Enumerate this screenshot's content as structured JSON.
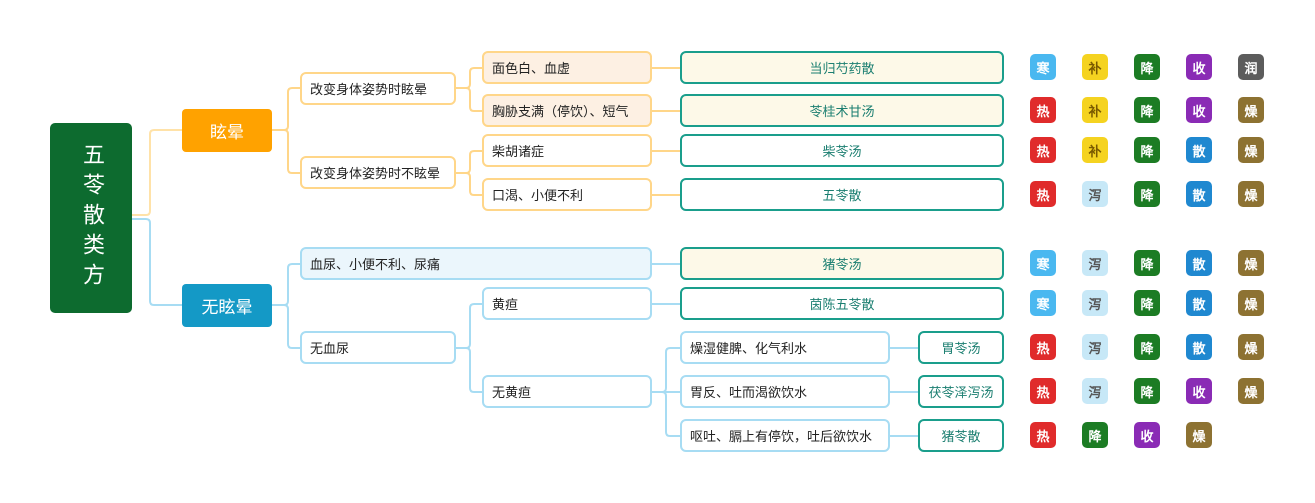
{
  "root": {
    "label": "五苓散类方"
  },
  "branches": [
    {
      "label": "眩晕"
    },
    {
      "label": "无眩晕"
    }
  ],
  "conditions": [
    {
      "label": "改变身体姿势时眩晕"
    },
    {
      "label": "改变身体姿势时不眩晕"
    },
    {
      "label": "血尿、小便不利、尿痛"
    },
    {
      "label": "无血尿"
    },
    {
      "label": "黄疸"
    },
    {
      "label": "无黄疸"
    }
  ],
  "symptoms": [
    {
      "label": "面色白、血虚"
    },
    {
      "label": "胸胁支满（停饮）、短气"
    },
    {
      "label": "柴胡诸症"
    },
    {
      "label": "口渴、小便不利"
    },
    {
      "label": "燥湿健脾、化气利水"
    },
    {
      "label": "胃反、吐而渴欲饮水"
    },
    {
      "label": "呕吐、膈上有停饮，吐后欲饮水"
    }
  ],
  "formulas": [
    {
      "label": "当归芍药散"
    },
    {
      "label": "苓桂术甘汤"
    },
    {
      "label": "柴苓汤"
    },
    {
      "label": "五苓散"
    },
    {
      "label": "猪苓汤"
    },
    {
      "label": "茵陈五苓散"
    },
    {
      "label": "胃苓汤"
    },
    {
      "label": "茯苓泽泻汤"
    },
    {
      "label": "猪苓散"
    }
  ],
  "tag_colors": {
    "寒": "#4ab8f0",
    "热": "#e02b2b",
    "补": "#f5d320",
    "泻": "#c7e8f7",
    "降": "#1c7c24",
    "收": "#8a2bb5",
    "散": "#1f88d0",
    "润": "#5c5c5c",
    "燥": "#8d7232"
  },
  "tag_rows": [
    [
      "寒",
      "补",
      "降",
      "收",
      "润"
    ],
    [
      "热",
      "补",
      "降",
      "收",
      "燥"
    ],
    [
      "热",
      "补",
      "降",
      "散",
      "燥"
    ],
    [
      "热",
      "泻",
      "降",
      "散",
      "燥"
    ],
    [
      "寒",
      "泻",
      "降",
      "散",
      "燥"
    ],
    [
      "寒",
      "泻",
      "降",
      "散",
      "燥"
    ],
    [
      "热",
      "泻",
      "降",
      "散",
      "燥"
    ],
    [
      "热",
      "泻",
      "降",
      "收",
      "燥"
    ],
    [
      "热",
      "降",
      "收",
      "燥"
    ]
  ]
}
